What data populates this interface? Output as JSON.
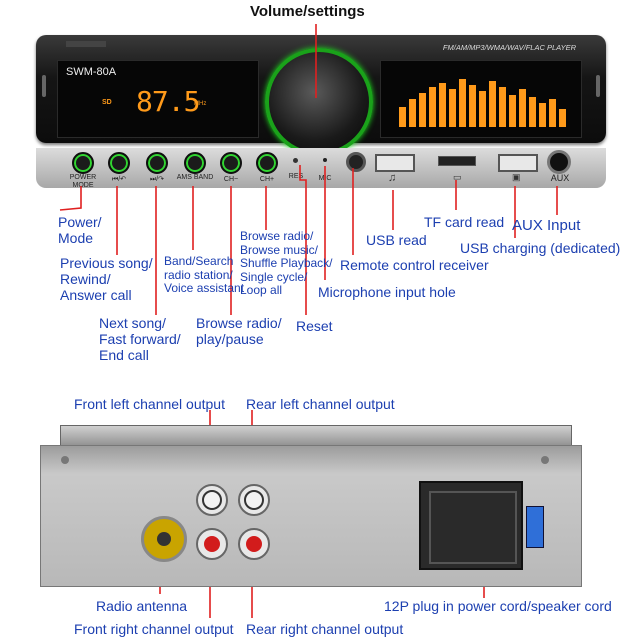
{
  "title": "Volume/settings",
  "device": {
    "model": "SWM-80A",
    "formats": "FM/AM/MP3/WMA/WAV/FLAC PLAYER",
    "lcd_band": "SD",
    "lcd_freq": "87.5",
    "lcd_unit": "MHz",
    "buttons": [
      "POWER MODE",
      "⏮/↶",
      "⏭/↷",
      "AMS BAND",
      "CH−",
      "CH+"
    ],
    "jacks": [
      "RES",
      "MIC",
      "AUX"
    ]
  },
  "front_labels": {
    "power_mode": [
      "Power/",
      "Mode"
    ],
    "prev_song": [
      "Previous song/",
      "Rewind/",
      "Answer call"
    ],
    "next_song": [
      "Next song/",
      "Fast forward/",
      "End call"
    ],
    "band_search": [
      "Band/Search",
      "radio station/",
      "Voice assistant"
    ],
    "browse_play": [
      "Browse radio/",
      "play/pause"
    ],
    "browse_music": [
      "Browse radio/",
      "Browse music/",
      "Shuffle Playback/",
      "Single cycle/",
      "Loop all"
    ],
    "reset": "Reset",
    "mic_hole": "Microphone input hole",
    "remote": "Remote control receiver",
    "usb_read": "USB read",
    "tf_card": "TF card read",
    "aux_input": "AUX Input",
    "usb_charging": "USB charging (dedicated)"
  },
  "back_labels": {
    "front_left": "Front left channel output",
    "rear_left": "Rear left channel output",
    "radio_antenna": "Radio antenna",
    "plug_12p": "12P plug in power cord/speaker cord",
    "front_right": "Front right channel output",
    "rear_right": "Rear right channel output"
  },
  "colors": {
    "label": "#1c3fb0",
    "leader": "#e02020",
    "lcd_orange": "#ff9a1a",
    "knob_ring": "#1aa21a"
  }
}
